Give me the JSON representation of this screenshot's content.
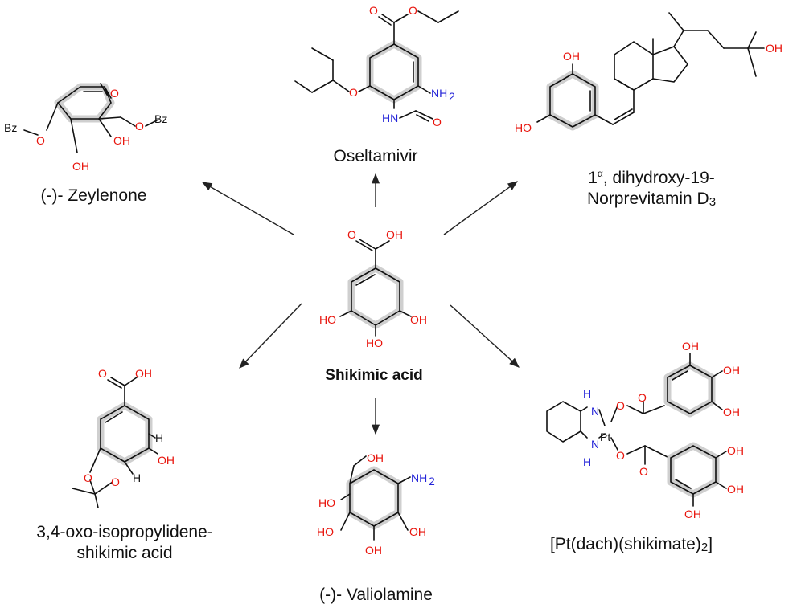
{
  "diagram": {
    "center": {
      "name": "Shikimic acid",
      "atoms": {
        "carboxyl_o": "O",
        "carboxyl_oh": "OH",
        "oh_left": "HO",
        "oh_bottom": "HO",
        "oh_right": "OH"
      }
    },
    "products": {
      "zeylenone": {
        "name": "(-)- Zeylenone",
        "atoms": {
          "ketone_o": "O",
          "bz_left": "Bz",
          "o_left": "O",
          "oh_bottom": "OH",
          "oh_quat": "OH",
          "o_right": "O",
          "bz_right": "Bz"
        }
      },
      "oseltamivir": {
        "name": "Oseltamivir",
        "atoms": {
          "ester_o_carbonyl": "O",
          "ester_o": "O",
          "ether_o": "O",
          "nh2": "NH",
          "nh2_sub": "2",
          "nh": "HN",
          "amide_o": "O"
        }
      },
      "vitamin": {
        "name_prefix": "1",
        "name_alpha": "α",
        "name_line1": ", dihydroxy-19-",
        "name_line2": "Norprevitamin D",
        "name_sub": "3",
        "atoms": {
          "oh_top": "OH",
          "oh_left": "HO",
          "oh_chain": "OH"
        }
      },
      "isopropylidene": {
        "name_line1": "3,4-oxo-isopropylidene-",
        "name_line2": "shikimic acid",
        "atoms": {
          "carboxyl_o": "O",
          "carboxyl_oh": "OH",
          "h_upper": "H",
          "oh": "OH",
          "h_lower": "H",
          "o_left": "O",
          "o_right": "O"
        }
      },
      "valiolamine": {
        "name": "(-)- Valiolamine",
        "atoms": {
          "oh_top": "OH",
          "nh2": "NH",
          "nh2_sub": "2",
          "ho_quat": "HO",
          "ho_left": "HO",
          "oh_right": "OH",
          "oh_bottom": "OH"
        }
      },
      "pt_complex": {
        "name_main": "[Pt(dach)(shikimate)",
        "name_sub": "2",
        "name_end": "]",
        "atoms": {
          "pt": "Pt",
          "nh_top": "N",
          "h_top": "H",
          "nh_bottom": "N",
          "h_bottom": "H",
          "o_top": "O",
          "o_bottom": "O",
          "co_top": "O",
          "co_bottom": "O",
          "oh1": "OH",
          "oh2": "OH",
          "oh3": "OH",
          "oh4": "OH",
          "oh5": "OH",
          "oh6": "OH"
        }
      }
    }
  },
  "colors": {
    "oxygen": "#e8140c",
    "nitrogen": "#2424d8",
    "bond": "#111111",
    "highlight": "#cfcfcf"
  }
}
